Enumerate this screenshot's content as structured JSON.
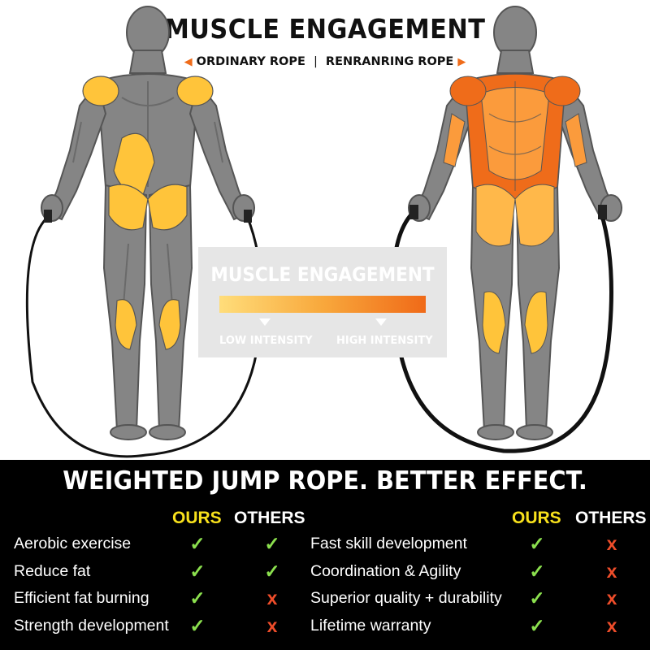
{
  "header": {
    "title": "MUSCLE ENGAGEMENT",
    "left_label": "ORDINARY ROPE",
    "separator": "|",
    "right_label": "RENRANRING ROPE",
    "left_arrow": "◀",
    "right_arrow": "▶"
  },
  "legend": {
    "title": "MUSCLE ENGAGEMENT",
    "low": "LOW INTENSITY",
    "high": "HIGH INTENSITY"
  },
  "comparison": {
    "headline": "WEIGHTED JUMP ROPE. BETTER EFFECT.",
    "ours_label": "OURS",
    "others_label": "OTHERS",
    "check_symbol": "✓",
    "cross_symbol": "x",
    "left_rows": [
      {
        "feature": "Aerobic exercise",
        "ours": "check",
        "others": "check"
      },
      {
        "feature": "Reduce fat",
        "ours": "check",
        "others": "check"
      },
      {
        "feature": "Efficient fat burning",
        "ours": "check",
        "others": "cross"
      },
      {
        "feature": "Strength development",
        "ours": "check",
        "others": "cross"
      }
    ],
    "right_rows": [
      {
        "feature": "Fast skill development",
        "ours": "check",
        "others": "cross"
      },
      {
        "feature": "Coordination & Agility",
        "ours": "check",
        "others": "cross"
      },
      {
        "feature": "Superior quality + durability",
        "ours": "check",
        "others": "cross"
      },
      {
        "feature": "Lifetime warranty",
        "ours": "check",
        "others": "cross"
      }
    ]
  },
  "colors": {
    "body_gray": "#858585",
    "outline_gray": "#555555",
    "low_muscle": "#ffc43a",
    "high_muscle_core": "#fb9b3c",
    "high_muscle_outer": "#ef6c1a",
    "ours_yellow": "#f8e11c",
    "check_green": "#8be04e",
    "cross_red": "#ef4d2a"
  }
}
